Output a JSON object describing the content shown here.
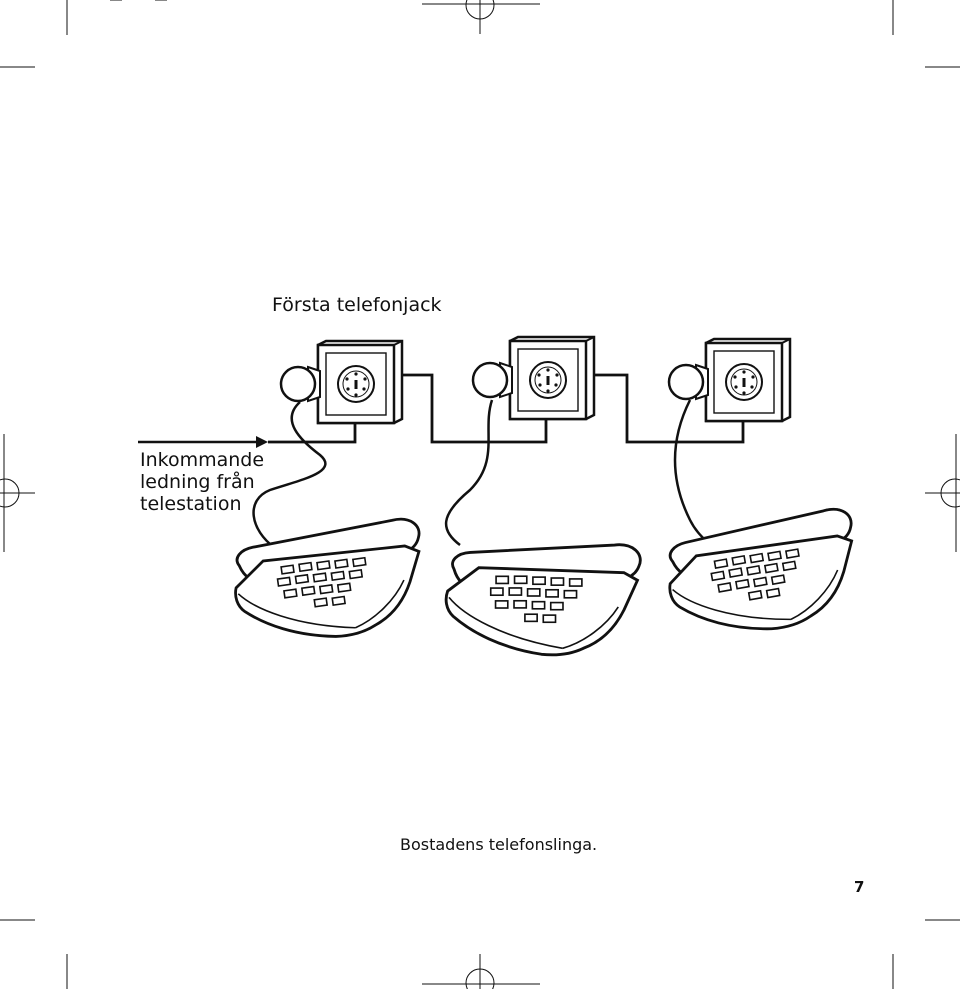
{
  "labels": {
    "first_jack": "Första telefonjack",
    "incoming_line": [
      "Inkommande",
      "ledning från",
      "telestation"
    ],
    "caption": "Bostadens telefonslinga.",
    "page_number": "7"
  },
  "diagram": {
    "jack_count": 3,
    "phone_count": 3,
    "stroke_color": "#111111"
  }
}
